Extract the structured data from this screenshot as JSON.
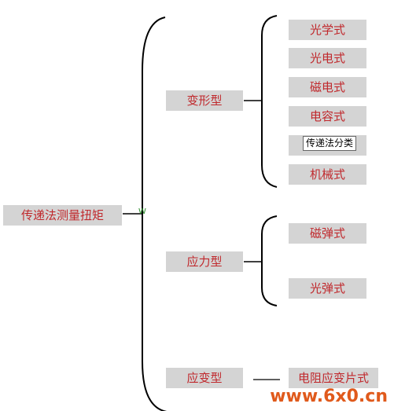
{
  "diagram": {
    "root": "传递法测量扭矩",
    "branches": [
      {
        "label": "变形型",
        "children": [
          "光学式",
          "光电式",
          "磁电式",
          "电容式",
          "",
          "机械式"
        ]
      },
      {
        "label": "应力型",
        "children": [
          "磁弹式",
          "光弹式"
        ]
      },
      {
        "label": "应变型",
        "children": [
          "电阻应变片式"
        ]
      }
    ],
    "tooltip": "传递法分类",
    "marker": "W"
  },
  "watermark": "www.6x0.cn",
  "colors": {
    "box_fill": "#d4d4d4",
    "box_text": "#c0282c",
    "line": "#000000",
    "watermark": "#e05a1c"
  }
}
